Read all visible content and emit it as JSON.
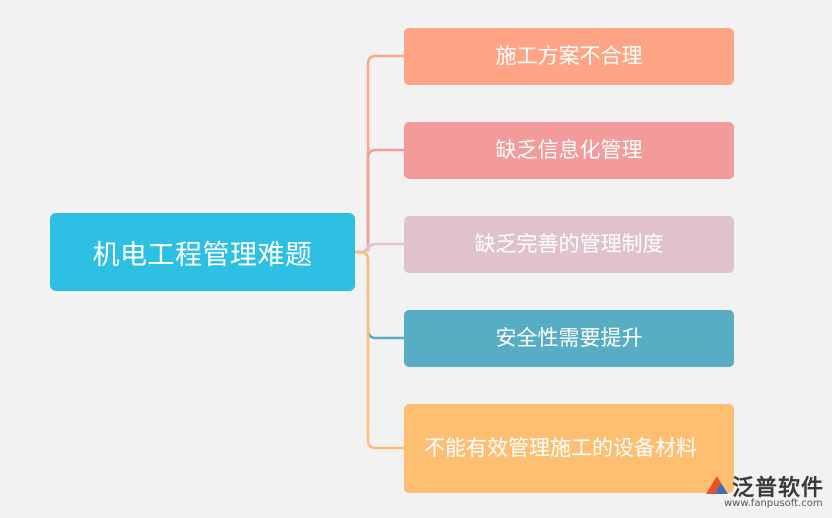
{
  "root": {
    "label": "机电工程管理难题",
    "color": "#2ec0e2"
  },
  "branches": [
    {
      "label": "施工方案不合理",
      "color": "#ffa585",
      "line_color": "#ffa585"
    },
    {
      "label": "缺乏信息化管理",
      "color": "#f39a9a",
      "line_color": "#f39a9a"
    },
    {
      "label": "缺乏完善的管理制度",
      "color": "#e0c3ca",
      "line_color": "#e0c3ca"
    },
    {
      "label": "安全性需要提升",
      "color": "#57aec4",
      "line_color": "#57aec4"
    },
    {
      "label": "不能有效管理施工的设备材料",
      "color": "#ffbf73",
      "line_color": "#ffbf73"
    }
  ],
  "brand": {
    "name": "泛普软件",
    "url": "www.fanpusoft.com",
    "logo_icon": "fanpu-logo-icon"
  }
}
